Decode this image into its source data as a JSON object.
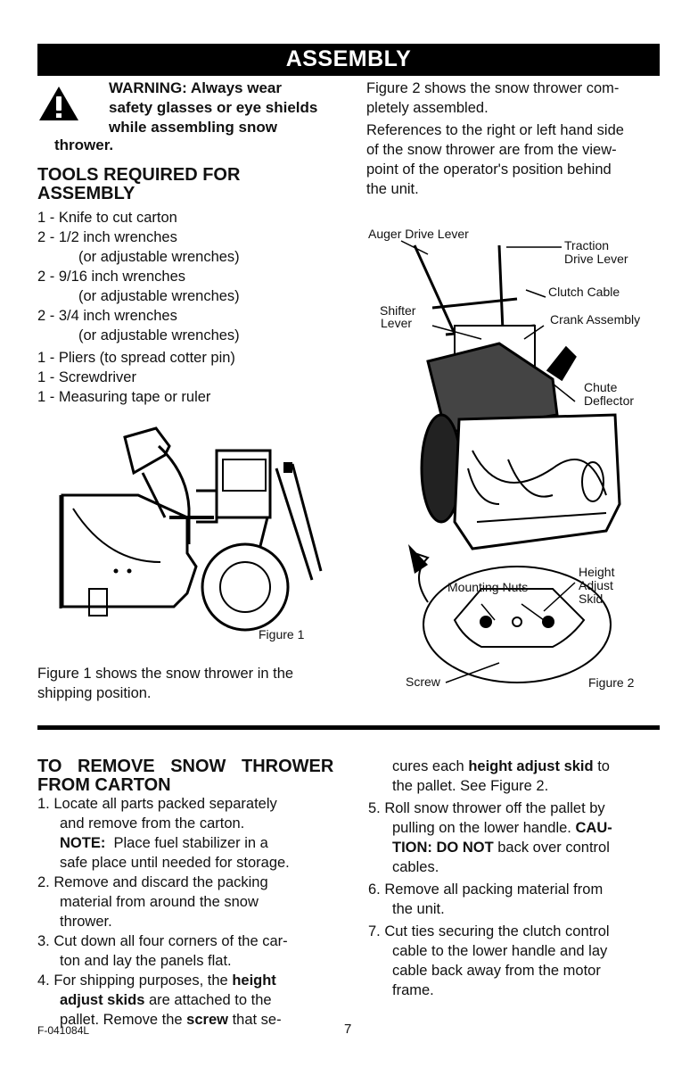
{
  "header": {
    "title": "ASSEMBLY"
  },
  "warning": {
    "line1": "WARNING: Always wear",
    "line2": "safety glasses or eye shields",
    "line3": "while assembling snow",
    "line4": "thrower."
  },
  "tools": {
    "title_line1": "TOOLS REQUIRED FOR",
    "title_line2": "ASSEMBLY",
    "lines": [
      "1 - Knife to cut carton",
      "2 - 1/2 inch wrenches",
      "(or adjustable wrenches)",
      "2 - 9/16 inch wrenches",
      "(or adjustable wrenches)",
      "2 - 3/4 inch wrenches",
      "(or adjustable wrenches)",
      "1 - Pliers (to spread cotter pin)",
      "1 - Screwdriver",
      "1 - Measuring tape or ruler"
    ]
  },
  "figure1": {
    "label": "Figure 1",
    "caption_line1": "Figure 1 shows the snow thrower in the",
    "caption_line2": "shipping position."
  },
  "intro_right": {
    "lines": [
      "Figure 2 shows the snow thrower com-",
      "pletely assembled.",
      "References to the right or left hand side",
      "of the snow thrower are from the view-",
      "point of the operator's position behind",
      "the unit."
    ]
  },
  "figure2": {
    "label": "Figure 2",
    "callouts": {
      "auger": "Auger Drive Lever",
      "traction1": "Traction",
      "traction2": "Drive Lever",
      "clutch": "Clutch Cable",
      "shifter1": "Shifter",
      "shifter2": "Lever",
      "crank": "Crank Assembly",
      "chute1": "Chute",
      "chute2": "Deflector",
      "height1": "Height",
      "height2": "Adjust",
      "height3": "Skid",
      "mounting": "Mounting Nuts",
      "screw": "Screw"
    }
  },
  "remove": {
    "title_line1": "TO REMOVE SNOW THROWER",
    "title_line2": "FROM CARTON",
    "steps_left": [
      "1.  Locate all parts packed separately",
      "and remove from the carton.",
      "NOTE:",
      "Place fuel stabilizer in a",
      "safe place until needed for storage.",
      "2.  Remove and discard the packing",
      "material from around the snow",
      "thrower.",
      "3.  Cut down all four corners of the car-",
      "ton and lay the panels flat.",
      "4.  For shipping purposes, the",
      "height",
      "adjust skids",
      "are attached to the",
      "pallet. Remove the",
      "screw",
      "that se-"
    ],
    "steps_right": [
      "cures each",
      "height adjust skid",
      "to",
      "the pallet. See Figure 2.",
      "5.  Roll snow thrower off the pallet by",
      "pulling on the lower handle.",
      "CAU-",
      "TION:  DO NOT",
      "back over control",
      "cables.",
      "6.  Remove all packing material from",
      "the unit.",
      "7.  Cut ties securing the clutch control",
      "cable to the lower handle and lay",
      "cable back away from the motor",
      "frame."
    ]
  },
  "footer": {
    "code": "F-041084L",
    "page": "7"
  }
}
